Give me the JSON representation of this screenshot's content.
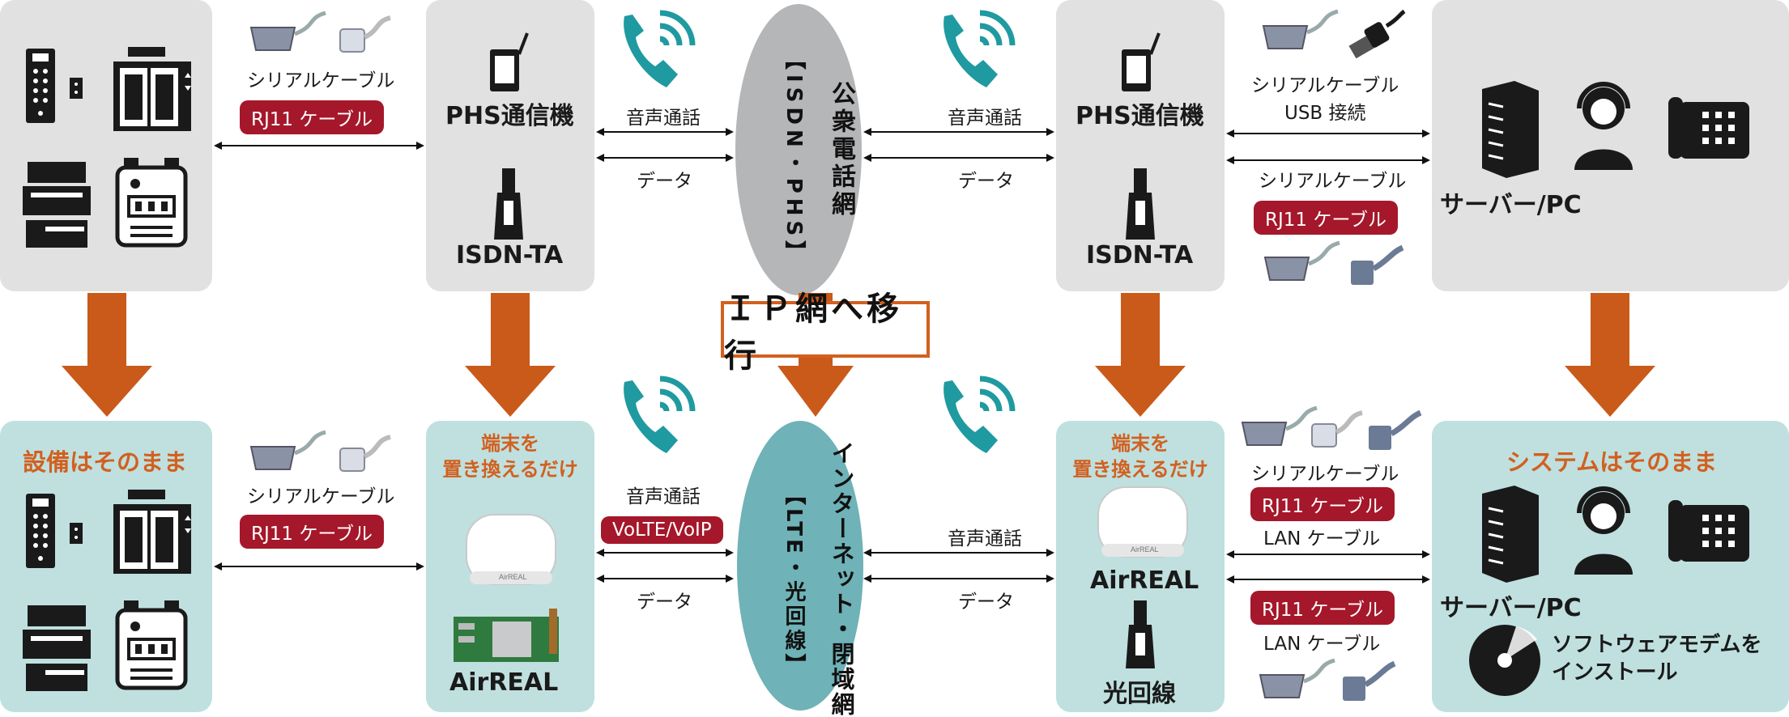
{
  "top": {
    "left_cable_label": "シリアルケーブル",
    "left_rj11": "RJ11 ケーブル",
    "phs_device": "PHS通信機",
    "isdn_ta": "ISDN-TA",
    "voice": "音声通話",
    "data": "データ",
    "network": "公衆電話網",
    "network_sub": "【ISDN・PHS】",
    "right_phs_device": "PHS通信機",
    "right_isdn_ta": "ISDN-TA",
    "right_voice": "音声通話",
    "right_data": "データ",
    "right_serial_label": "シリアルケーブル",
    "right_usb_label": "USB 接続",
    "right_serial_label2": "シリアルケーブル",
    "right_rj11": "RJ11 ケーブル",
    "server_label": "サーバー/PC"
  },
  "banner": "ＩＰ網へ移行",
  "bottom": {
    "equipment_title": "設備はそのまま",
    "left_cable_label": "シリアルケーブル",
    "left_rj11": "RJ11 ケーブル",
    "replace_title": "端末を\n置き換えるだけ",
    "airreal_left": "AirREAL",
    "voice": "音声通話",
    "volte": "VoLTE/VoIP",
    "data": "データ",
    "network": "インターネット・閉域網",
    "network_sub": "【LTE・光回線】",
    "right_voice": "音声通話",
    "right_data": "データ",
    "replace_title_right": "端末を\n置き換えるだけ",
    "airreal_right": "AirREAL",
    "fiber": "光回線",
    "right_serial_label": "シリアルケーブル",
    "right_rj11_1": "RJ11 ケーブル",
    "right_lan_1": "LAN ケーブル",
    "right_rj11_2": "RJ11 ケーブル",
    "right_lan_2": "LAN ケーブル",
    "system_title": "システムはそのまま",
    "server_label": "サーバー/PC",
    "softmodem_label": "ソフトウェアモデムを\nインストール"
  },
  "colors": {
    "gray_box": "#e1e1e1",
    "teal_box": "#bfe0df",
    "arrow_orange": "#c95a1a",
    "label_red": "#a5172a",
    "accent_orange": "#d2601f",
    "phone_teal": "#1f9aa0"
  },
  "icons": {
    "elevator_panel": "elevator-panel-icon",
    "elevator_doors": "elevator-doors-icon",
    "atm": "atm-icon",
    "gas_meter": "gas-meter-icon",
    "serial_connector": "serial-connector-icon",
    "rj11_connector": "rj11-connector-icon",
    "phs_device": "phs-device-icon",
    "isdn_ta": "isdn-ta-icon",
    "phone": "phone-icon",
    "server": "server-icon",
    "operator": "operator-icon",
    "desk_phone": "desk-phone-icon",
    "airreal_router": "airreal-router-icon",
    "circuit_board": "circuit-board-icon",
    "fiber_unit": "fiber-unit-icon",
    "software_disc": "software-disc-icon",
    "usb_plug": "usb-plug-icon",
    "lan_connector": "lan-connector-icon"
  }
}
